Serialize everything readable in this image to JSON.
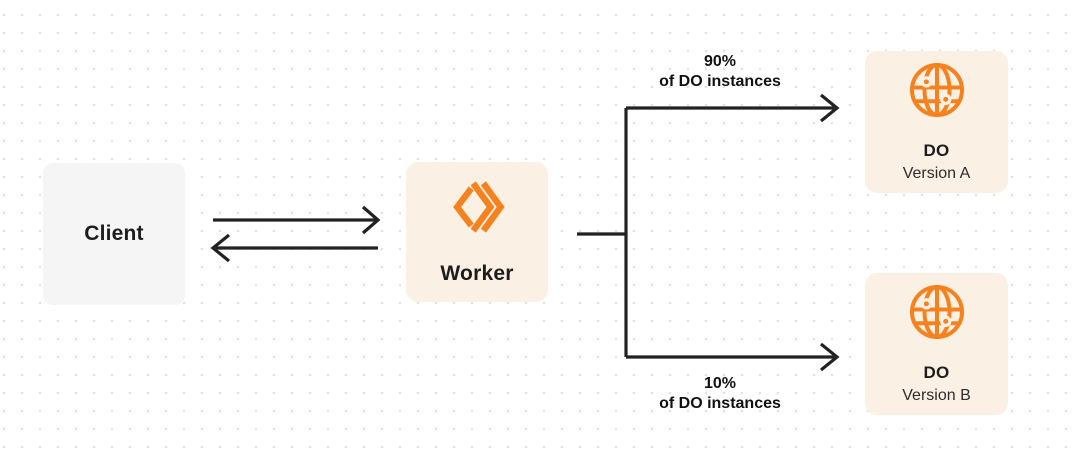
{
  "diagram": {
    "description": "Traffic split diagram: Client connects to Worker, Worker routes to two Durable Object versions",
    "colors": {
      "background": "#FFFFFF",
      "dot_grid": "#E2E2E4",
      "client_box_fill": "#F5F5F6",
      "worker_box_fill": "#FAF1E4",
      "do_box_fill": "#FAF1E4",
      "brand_orange": "#F6821F",
      "connector_line": "#222222",
      "text_primary": "#1D1D1D",
      "text_secondary": "#2D2D2D"
    },
    "nodes": {
      "client": {
        "label": "Client"
      },
      "worker": {
        "label": "Worker",
        "icon": "workers-chevrons-icon"
      },
      "do_version_a": {
        "title": "DO",
        "subtitle": "Version A",
        "icon": "globe-icon"
      },
      "do_version_b": {
        "title": "DO",
        "subtitle": "Version B",
        "icon": "globe-icon"
      }
    },
    "edges": {
      "client_to_worker": {
        "type": "arrow-right"
      },
      "worker_to_client": {
        "type": "arrow-left"
      },
      "worker_to_do_a": {
        "label_line1": "90%",
        "label_line2": "of DO instances"
      },
      "worker_to_do_b": {
        "label_line1": "10%",
        "label_line2": "of DO instances"
      }
    }
  }
}
